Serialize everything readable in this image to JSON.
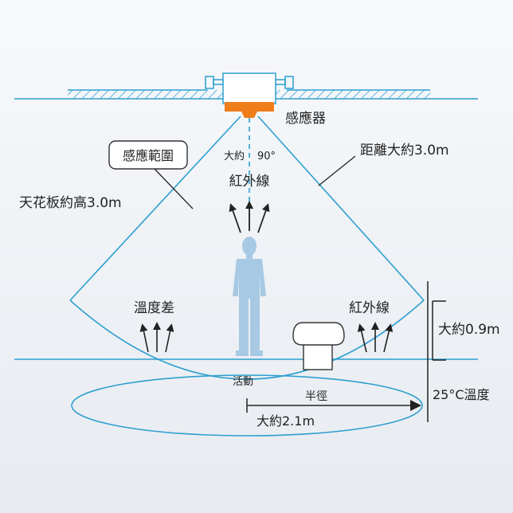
{
  "labels": {
    "sensor": "感應器",
    "detection_range": "感應範圍",
    "angle_prefix": "大約",
    "angle_value": "90°",
    "infrared_top": "紅外線",
    "distance": "距離大約3.0m",
    "ceiling_height": "天花板約高3.0m",
    "temperature_difference": "溫度差",
    "infrared_right": "紅外線",
    "object_height": "大約0.9m",
    "activity": "活動",
    "radius": "半徑",
    "temperature": "25°C溫度",
    "radius_value": "大約2.1m"
  },
  "colors": {
    "line_blue": "#2d9fd0",
    "sensor_orange": "#ef7d1a",
    "person_blue": "#a7c9e4",
    "text": "#222222",
    "arrow": "#222222"
  }
}
